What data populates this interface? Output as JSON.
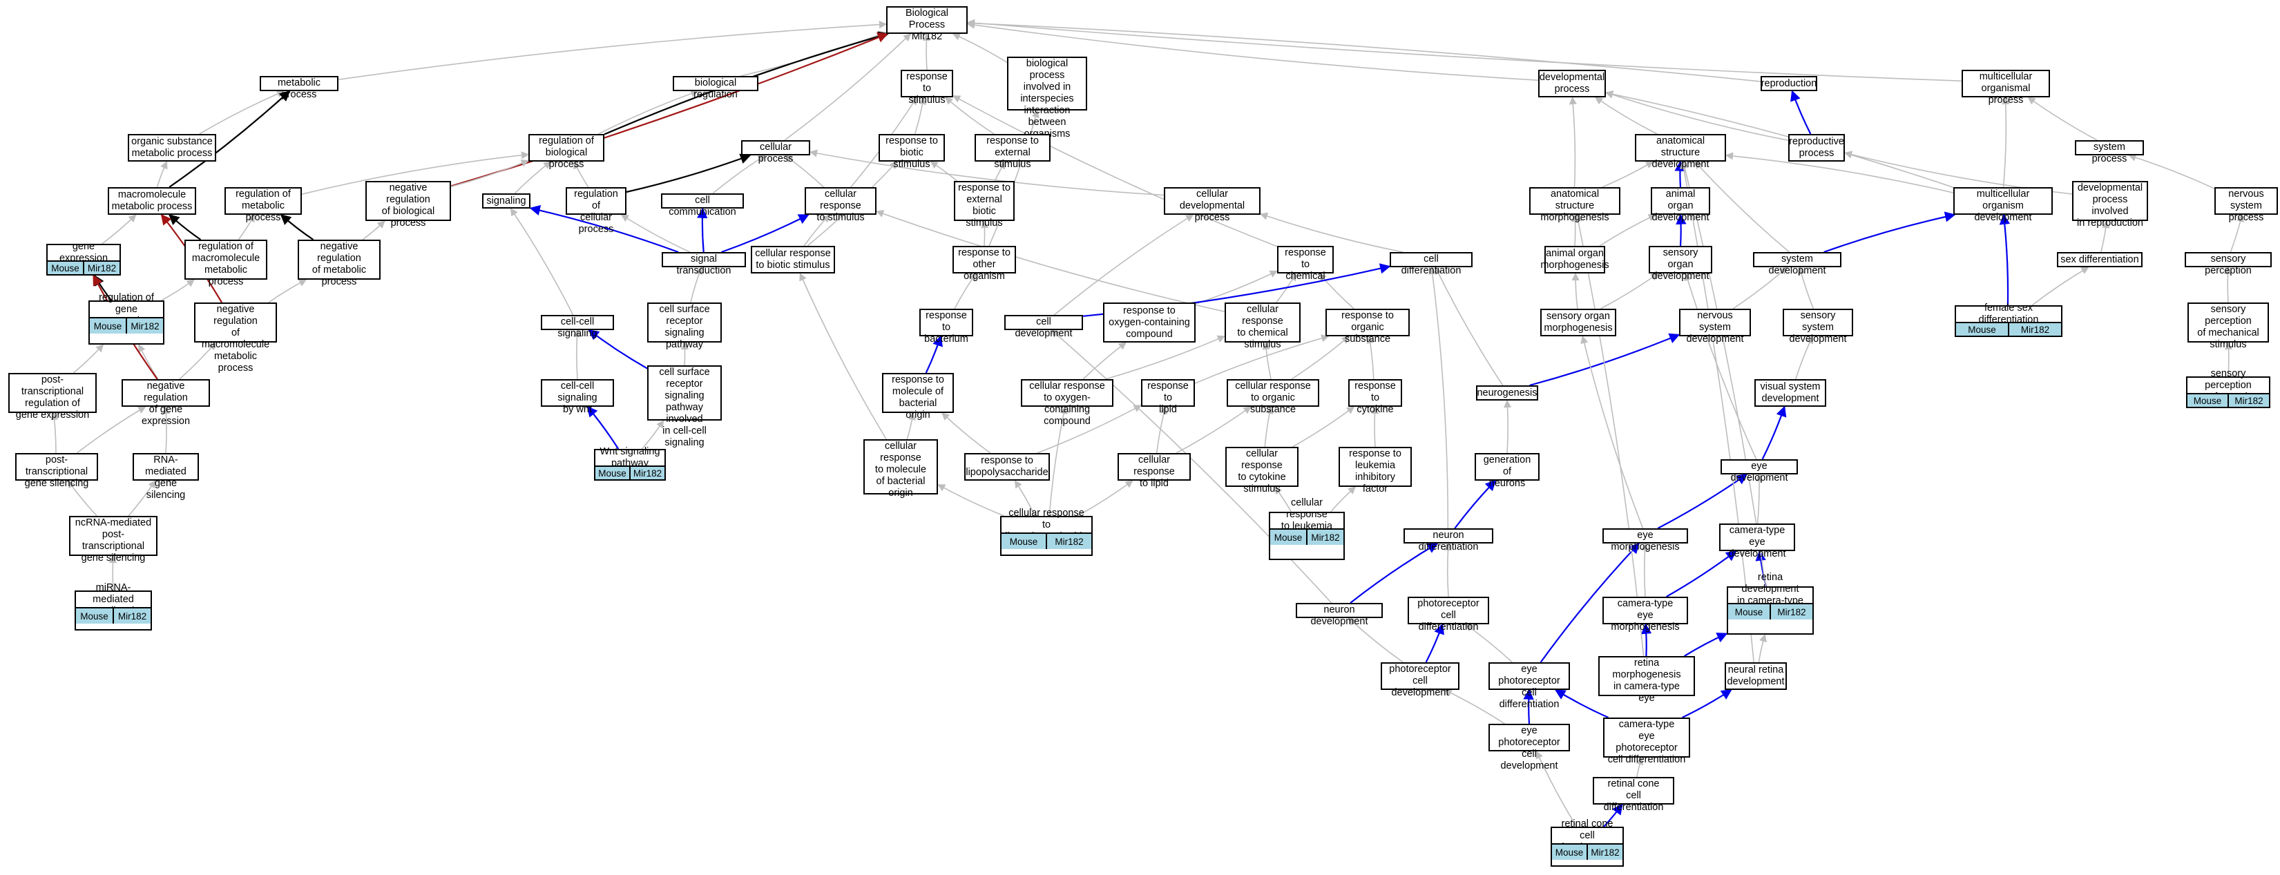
{
  "colors": {
    "default_edge": "#bdbdbd",
    "positive_edge": "#0000ee",
    "negative_edge": "#a31515",
    "black_edge": "#000000",
    "annotation_fill": "#a8d8e6"
  },
  "nodes": [
    {
      "id": "bp",
      "label": "Biological Process\nMir182"
    },
    {
      "id": "meta",
      "label": "metabolic process"
    },
    {
      "id": "breg",
      "label": "biological regulation"
    },
    {
      "id": "rstim",
      "label": "response to\nstimulus"
    },
    {
      "id": "interorg",
      "label": "biological process\ninvolved in\ninterspecies\ninteraction\nbetween organisms"
    },
    {
      "id": "dev",
      "label": "developmental\nprocess"
    },
    {
      "id": "repro",
      "label": "reproduction"
    },
    {
      "id": "multi",
      "label": "multicellular\norganismal process"
    },
    {
      "id": "orgsub",
      "label": "organic substance\nmetabolic process"
    },
    {
      "id": "regbp",
      "label": "regulation of\nbiological process"
    },
    {
      "id": "cellproc",
      "label": "cellular process"
    },
    {
      "id": "rbiotic",
      "label": "response to\nbiotic stimulus"
    },
    {
      "id": "rext",
      "label": "response to\nexternal stimulus"
    },
    {
      "id": "asdev",
      "label": "anatomical structure\ndevelopment"
    },
    {
      "id": "repproc",
      "label": "reproductive\nprocess"
    },
    {
      "id": "sysproc",
      "label": "system process"
    },
    {
      "id": "macro",
      "label": "macromolecule\nmetabolic process"
    },
    {
      "id": "regmeta",
      "label": "regulation of\nmetabolic process"
    },
    {
      "id": "negregbp",
      "label": "negative regulation\nof biological\nprocess"
    },
    {
      "id": "signaling",
      "label": "signaling"
    },
    {
      "id": "regcell",
      "label": "regulation of\ncellular process"
    },
    {
      "id": "cellcomm",
      "label": "cell communication"
    },
    {
      "id": "cresp",
      "label": "cellular response\nto stimulus"
    },
    {
      "id": "rextbio",
      "label": "response to\nexternal biotic\nstimulus"
    },
    {
      "id": "celldevproc",
      "label": "cellular developmental\nprocess"
    },
    {
      "id": "asmorph",
      "label": "anatomical structure\nmorphogenesis"
    },
    {
      "id": "aodev",
      "label": "animal organ\ndevelopment"
    },
    {
      "id": "mod",
      "label": "multicellular\norganism development"
    },
    {
      "id": "devrepro",
      "label": "developmental\nprocess involved\nin reproduction"
    },
    {
      "id": "nsproc",
      "label": "nervous system\nprocess"
    },
    {
      "id": "geneexp",
      "label": "gene expression",
      "annot": true
    },
    {
      "id": "regmacro",
      "label": "regulation of\nmacromolecule\nmetabolic process"
    },
    {
      "id": "negregmeta",
      "label": "negative regulation\nof metabolic\nprocess"
    },
    {
      "id": "sigtrans",
      "label": "signal transduction"
    },
    {
      "id": "crbiotic",
      "label": "cellular response\nto biotic stimulus"
    },
    {
      "id": "rotherorg",
      "label": "response to\nother organism"
    },
    {
      "id": "rchem",
      "label": "response to\nchemical"
    },
    {
      "id": "celldiff",
      "label": "cell differentiation"
    },
    {
      "id": "aomorph",
      "label": "animal organ\nmorphogenesis"
    },
    {
      "id": "sodev",
      "label": "sensory organ\ndevelopment"
    },
    {
      "id": "sysdev",
      "label": "system development"
    },
    {
      "id": "sexdiff",
      "label": "sex differentiation"
    },
    {
      "id": "sensperc",
      "label": "sensory perception"
    },
    {
      "id": "reggene",
      "label": "regulation of\ngene expression",
      "annot": true
    },
    {
      "id": "negregmacro",
      "label": "negative regulation\nof macromolecule\nmetabolic process"
    },
    {
      "id": "ccsig",
      "label": "cell-cell signaling"
    },
    {
      "id": "csrsp",
      "label": "cell surface\nreceptor signaling\npathway"
    },
    {
      "id": "rbact",
      "label": "response to\nbacterium"
    },
    {
      "id": "celldev",
      "label": "cell development"
    },
    {
      "id": "roxy",
      "label": "response to\noxygen-containing\ncompound"
    },
    {
      "id": "crchem",
      "label": "cellular response\nto chemical\nstimulus"
    },
    {
      "id": "rorgsub",
      "label": "response to\norganic substance"
    },
    {
      "id": "somorph",
      "label": "sensory organ\nmorphogenesis"
    },
    {
      "id": "nsdev",
      "label": "nervous system\ndevelopment"
    },
    {
      "id": "ssdev",
      "label": "sensory system\ndevelopment"
    },
    {
      "id": "femsex",
      "label": "female sex differentiation",
      "annot": true
    },
    {
      "id": "spmech",
      "label": "sensory perception\nof mechanical\nstimulus"
    },
    {
      "id": "ptreg",
      "label": "post-transcriptional\nregulation of\ngene expression"
    },
    {
      "id": "negreggene",
      "label": "negative regulation\nof gene expression"
    },
    {
      "id": "ccwnt",
      "label": "cell-cell signaling\nby wnt"
    },
    {
      "id": "csrspcc",
      "label": "cell surface\nreceptor signaling\npathway involved\nin cell-cell\nsignaling"
    },
    {
      "id": "rmolbact",
      "label": "response to\nmolecule of\nbacterial origin"
    },
    {
      "id": "croxy",
      "label": "cellular response\nto oxygen-containing\ncompound"
    },
    {
      "id": "rlipid",
      "label": "response to\nlipid"
    },
    {
      "id": "crorgsub",
      "label": "cellular response\nto organic substance"
    },
    {
      "id": "rcyto",
      "label": "response to\ncytokine"
    },
    {
      "id": "neurogen",
      "label": "neurogenesis"
    },
    {
      "id": "visdev",
      "label": "visual system\ndevelopment"
    },
    {
      "id": "spsound",
      "label": "sensory perception\nof sound",
      "annot": true
    },
    {
      "id": "ptsil",
      "label": "post-transcriptional\ngene silencing"
    },
    {
      "id": "rnasil",
      "label": "RNA-mediated\ngene silencing"
    },
    {
      "id": "wnt",
      "label": "Wnt signaling\npathway",
      "annot": true
    },
    {
      "id": "crmolbact",
      "label": "cellular response\nto molecule\nof bacterial\norigin"
    },
    {
      "id": "rlps",
      "label": "response to\nlipopolysaccharide"
    },
    {
      "id": "crlipid",
      "label": "cellular response\nto lipid"
    },
    {
      "id": "crcyto",
      "label": "cellular response\nto cytokine\nstimulus"
    },
    {
      "id": "rlif",
      "label": "response to\nleukemia inhibitory\nfactor"
    },
    {
      "id": "genneur",
      "label": "generation of\nneurons"
    },
    {
      "id": "eyedev",
      "label": "eye development"
    },
    {
      "id": "ncrna",
      "label": "ncRNA-mediated\npost-transcriptional\ngene silencing"
    },
    {
      "id": "crlps",
      "label": "cellular response\nto lipopolysaccharide",
      "annot": true
    },
    {
      "id": "crlif",
      "label": "cellular response\nto leukemia\ninhibitory factor",
      "annot": true
    },
    {
      "id": "neurdiff",
      "label": "neuron differentiation"
    },
    {
      "id": "eyemorph",
      "label": "eye morphogenesis"
    },
    {
      "id": "cteyedev",
      "label": "camera-type\neye development"
    },
    {
      "id": "mirna",
      "label": "miRNA-mediated\ngene silencing",
      "annot": true
    },
    {
      "id": "neurdev",
      "label": "neuron development"
    },
    {
      "id": "photodiff",
      "label": "photoreceptor\ncell differentiation"
    },
    {
      "id": "cteyemorph",
      "label": "camera-type\neye morphogenesis"
    },
    {
      "id": "retdev",
      "label": "retina development\nin camera-type\neye",
      "annot": true
    },
    {
      "id": "photodev",
      "label": "photoreceptor\ncell development"
    },
    {
      "id": "eyephotodiff",
      "label": "eye photoreceptor\ncell differentiation"
    },
    {
      "id": "retmorph",
      "label": "retina morphogenesis\nin camera-type\neye"
    },
    {
      "id": "neurret",
      "label": "neural retina\ndevelopment"
    },
    {
      "id": "eyephotodev",
      "label": "eye photoreceptor\ncell development"
    },
    {
      "id": "cteyephoto",
      "label": "camera-type\neye photoreceptor\ncell differentiation"
    },
    {
      "id": "rconediff",
      "label": "retinal cone\ncell differentiation"
    },
    {
      "id": "rconedev",
      "label": "retinal cone\ncell development",
      "annot": true
    }
  ],
  "annotation": {
    "organism": "Mouse",
    "gene": "Mir182"
  },
  "edges": [
    [
      "meta",
      "bp",
      "default"
    ],
    [
      "breg",
      "bp",
      "default"
    ],
    [
      "rstim",
      "bp",
      "default"
    ],
    [
      "interorg",
      "bp",
      "default"
    ],
    [
      "dev",
      "bp",
      "default"
    ],
    [
      "repro",
      "bp",
      "default"
    ],
    [
      "multi",
      "bp",
      "default"
    ],
    [
      "cellproc",
      "bp",
      "default"
    ],
    [
      "regbp",
      "bp",
      "black"
    ],
    [
      "negregbp",
      "bp",
      "negative"
    ],
    [
      "orgsub",
      "meta",
      "default"
    ],
    [
      "macro",
      "meta",
      "black"
    ],
    [
      "regbp",
      "breg",
      "default"
    ],
    [
      "rbiotic",
      "rstim",
      "default"
    ],
    [
      "rext",
      "rstim",
      "default"
    ],
    [
      "cresp",
      "rstim",
      "default"
    ],
    [
      "rchem",
      "rstim",
      "default"
    ],
    [
      "rotherorg",
      "interorg",
      "default"
    ],
    [
      "asdev",
      "dev",
      "default"
    ],
    [
      "asmorph",
      "dev",
      "default"
    ],
    [
      "repproc",
      "dev",
      "default"
    ],
    [
      "mod",
      "dev",
      "default"
    ],
    [
      "repproc",
      "repro",
      "positive"
    ],
    [
      "mod",
      "multi",
      "default"
    ],
    [
      "sysproc",
      "multi",
      "default"
    ],
    [
      "nsproc",
      "sysproc",
      "default"
    ],
    [
      "macro",
      "orgsub",
      "default"
    ],
    [
      "geneexp",
      "macro",
      "default"
    ],
    [
      "regmacro",
      "macro",
      "black"
    ],
    [
      "negregmacro",
      "macro",
      "negative"
    ],
    [
      "regmeta",
      "regbp",
      "default"
    ],
    [
      "negregbp",
      "regbp",
      "default"
    ],
    [
      "regcell",
      "regbp",
      "default"
    ],
    [
      "regmacro",
      "regmeta",
      "default"
    ],
    [
      "negregmeta",
      "regmeta",
      "black"
    ],
    [
      "negregmeta",
      "negregbp",
      "default"
    ],
    [
      "negregmacro",
      "negregmeta",
      "default"
    ],
    [
      "negreggene",
      "negregmacro",
      "default"
    ],
    [
      "signaling",
      "regbp",
      "default"
    ],
    [
      "regcell",
      "cellproc",
      "black"
    ],
    [
      "cellcomm",
      "cellproc",
      "default"
    ],
    [
      "cresp",
      "cellproc",
      "default"
    ],
    [
      "celldevproc",
      "cellproc",
      "default"
    ],
    [
      "sigtrans",
      "signaling",
      "positive"
    ],
    [
      "sigtrans",
      "cellcomm",
      "positive"
    ],
    [
      "sigtrans",
      "cresp",
      "positive"
    ],
    [
      "sigtrans",
      "regcell",
      "default"
    ],
    [
      "rextbio",
      "rbiotic",
      "default"
    ],
    [
      "rextbio",
      "rext",
      "default"
    ],
    [
      "crbiotic",
      "rbiotic",
      "default"
    ],
    [
      "crbiotic",
      "cresp",
      "default"
    ],
    [
      "rotherorg",
      "rextbio",
      "default"
    ],
    [
      "rbact",
      "rotherorg",
      "default"
    ],
    [
      "rmolbact",
      "rbact",
      "positive"
    ],
    [
      "crchem",
      "cresp",
      "default"
    ],
    [
      "crchem",
      "rchem",
      "default"
    ],
    [
      "rorgsub",
      "rchem",
      "default"
    ],
    [
      "roxy",
      "rchem",
      "default"
    ],
    [
      "celldiff",
      "celldevproc",
      "default"
    ],
    [
      "celldev",
      "celldiff",
      "positive"
    ],
    [
      "celldev",
      "celldevproc",
      "default"
    ],
    [
      "asmorph",
      "asdev",
      "default"
    ],
    [
      "aodev",
      "asdev",
      "positive"
    ],
    [
      "mod",
      "asdev",
      "default"
    ],
    [
      "sysdev",
      "asdev",
      "default"
    ],
    [
      "aomorph",
      "asmorph",
      "default"
    ],
    [
      "aomorph",
      "aodev",
      "default"
    ],
    [
      "sodev",
      "aodev",
      "positive"
    ],
    [
      "somorph",
      "aomorph",
      "default"
    ],
    [
      "somorph",
      "sodev",
      "default"
    ],
    [
      "sysdev",
      "mod",
      "positive"
    ],
    [
      "nsdev",
      "sysdev",
      "default"
    ],
    [
      "ssdev",
      "sysdev",
      "default"
    ],
    [
      "femsex",
      "mod",
      "positive"
    ],
    [
      "devrepro",
      "repproc",
      "default"
    ],
    [
      "sexdiff",
      "devrepro",
      "default"
    ],
    [
      "femsex",
      "sexdiff",
      "default"
    ],
    [
      "sensperc",
      "nsproc",
      "default"
    ],
    [
      "spmech",
      "sensperc",
      "default"
    ],
    [
      "spsound",
      "spmech",
      "default"
    ],
    [
      "reggene",
      "geneexp",
      "black"
    ],
    [
      "reggene",
      "regmacro",
      "default"
    ],
    [
      "negreggene",
      "reggene",
      "default"
    ],
    [
      "ptreg",
      "reggene",
      "default"
    ],
    [
      "negreggene",
      "geneexp",
      "negative"
    ],
    [
      "ptsil",
      "ptreg",
      "default"
    ],
    [
      "ptsil",
      "negreggene",
      "default"
    ],
    [
      "rnasil",
      "negreggene",
      "default"
    ],
    [
      "ncrna",
      "ptsil",
      "default"
    ],
    [
      "ncrna",
      "rnasil",
      "default"
    ],
    [
      "mirna",
      "ncrna",
      "default"
    ],
    [
      "ccsig",
      "signaling",
      "default"
    ],
    [
      "ccwnt",
      "ccsig",
      "default"
    ],
    [
      "wnt",
      "ccwnt",
      "positive"
    ],
    [
      "csrsp",
      "sigtrans",
      "default"
    ],
    [
      "csrspcc",
      "csrsp",
      "default"
    ],
    [
      "csrspcc",
      "ccsig",
      "positive"
    ],
    [
      "wnt",
      "csrspcc",
      "default"
    ],
    [
      "rlps",
      "rmolbact",
      "default"
    ],
    [
      "crmolbact",
      "rmolbact",
      "default"
    ],
    [
      "crmolbact",
      "crbiotic",
      "default"
    ],
    [
      "rlps",
      "rlipid",
      "default"
    ],
    [
      "croxy",
      "roxy",
      "default"
    ],
    [
      "croxy",
      "crchem",
      "default"
    ],
    [
      "rlipid",
      "rorgsub",
      "default"
    ],
    [
      "crorgsub",
      "rorgsub",
      "default"
    ],
    [
      "crorgsub",
      "crchem",
      "default"
    ],
    [
      "rcyto",
      "rorgsub",
      "default"
    ],
    [
      "crlipid",
      "rlipid",
      "default"
    ],
    [
      "crlipid",
      "crorgsub",
      "default"
    ],
    [
      "crcyto",
      "crorgsub",
      "default"
    ],
    [
      "crcyto",
      "rcyto",
      "default"
    ],
    [
      "rlif",
      "rcyto",
      "default"
    ],
    [
      "crlps",
      "rlps",
      "default"
    ],
    [
      "crlps",
      "crmolbact",
      "default"
    ],
    [
      "crlps",
      "crlipid",
      "default"
    ],
    [
      "crlps",
      "croxy",
      "default"
    ],
    [
      "crlif",
      "crcyto",
      "default"
    ],
    [
      "crlif",
      "rlif",
      "default"
    ],
    [
      "neurogen",
      "nsdev",
      "positive"
    ],
    [
      "neurogen",
      "celldiff",
      "default"
    ],
    [
      "genneur",
      "neurogen",
      "default"
    ],
    [
      "neurdiff",
      "genneur",
      "positive"
    ],
    [
      "neurdiff",
      "celldiff",
      "default"
    ],
    [
      "neurdev",
      "neurdiff",
      "positive"
    ],
    [
      "neurdev",
      "celldev",
      "default"
    ],
    [
      "visdev",
      "ssdev",
      "default"
    ],
    [
      "eyedev",
      "visdev",
      "positive"
    ],
    [
      "eyedev",
      "sodev",
      "default"
    ],
    [
      "eyemorph",
      "eyedev",
      "positive"
    ],
    [
      "eyemorph",
      "somorph",
      "default"
    ],
    [
      "cteyedev",
      "eyedev",
      "default"
    ],
    [
      "cteyemorph",
      "eyemorph",
      "default"
    ],
    [
      "cteyemorph",
      "cteyedev",
      "positive"
    ],
    [
      "retdev",
      "cteyedev",
      "positive"
    ],
    [
      "retdev",
      "asdev",
      "default"
    ],
    [
      "photodiff",
      "neurdiff",
      "default"
    ],
    [
      "photodev",
      "photodiff",
      "positive"
    ],
    [
      "photodev",
      "neurdev",
      "default"
    ],
    [
      "eyephotodiff",
      "photodiff",
      "default"
    ],
    [
      "eyephotodiff",
      "eyemorph",
      "positive"
    ],
    [
      "retmorph",
      "cteyemorph",
      "positive"
    ],
    [
      "retmorph",
      "retdev",
      "positive"
    ],
    [
      "retmorph",
      "asmorph",
      "default"
    ],
    [
      "neurret",
      "retdev",
      "default"
    ],
    [
      "neurret",
      "asdev",
      "default"
    ],
    [
      "eyephotodev",
      "eyephotodiff",
      "positive"
    ],
    [
      "eyephotodev",
      "photodev",
      "default"
    ],
    [
      "cteyephoto",
      "eyephotodiff",
      "positive"
    ],
    [
      "cteyephoto",
      "neurret",
      "positive"
    ],
    [
      "rconediff",
      "cteyephoto",
      "default"
    ],
    [
      "rconedev",
      "rconediff",
      "positive"
    ],
    [
      "rconedev",
      "eyephotodev",
      "default"
    ]
  ]
}
